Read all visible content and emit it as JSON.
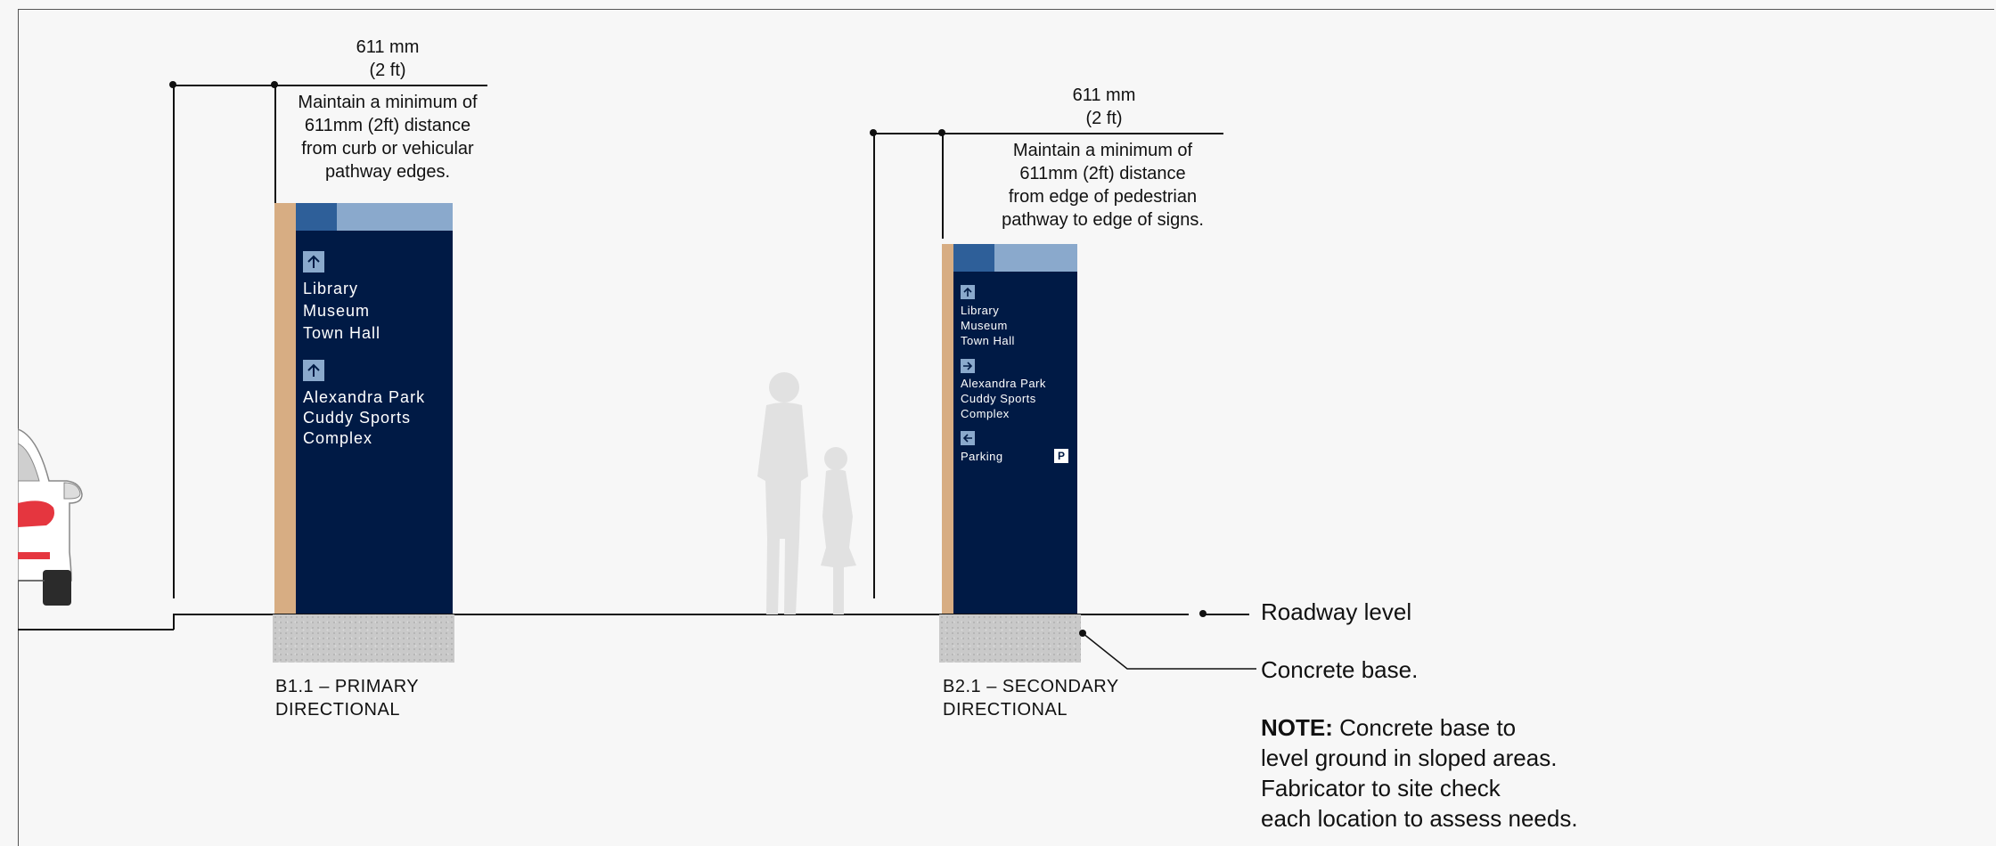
{
  "dimensions": [
    {
      "line1": "611 mm",
      "line2": "(2 ft)"
    },
    {
      "line1": "611 mm",
      "line2": "(2 ft)"
    }
  ],
  "notes": [
    {
      "lines": [
        "Maintain a minimum of",
        "611mm  (2ft) distance",
        "from curb or vehicular",
        "pathway edges."
      ]
    },
    {
      "lines": [
        "Maintain a minimum of",
        "611mm (2ft) distance",
        "from edge of pedestrian",
        "pathway to edge of signs."
      ]
    }
  ],
  "signs": {
    "primary": {
      "caption": [
        "B1.1 – PRIMARY",
        "DIRECTIONAL"
      ],
      "groups": [
        {
          "arrow": "up-arrow-icon",
          "items": [
            "Library",
            "Museum",
            "Town Hall"
          ]
        },
        {
          "arrow": "up-arrow-icon",
          "items": [
            "Alexandra Park",
            "Cuddy Sports",
            "Complex"
          ]
        }
      ]
    },
    "secondary": {
      "caption": [
        "B2.1 – SECONDARY",
        "DIRECTIONAL"
      ],
      "groups": [
        {
          "arrow": "up-arrow-icon",
          "items": [
            "Library",
            "Museum",
            "Town Hall"
          ]
        },
        {
          "arrow": "right-arrow-icon",
          "items": [
            "Alexandra Park",
            "Cuddy Sports",
            "Complex"
          ]
        },
        {
          "arrow": "left-arrow-icon",
          "items": [
            "Parking"
          ]
        }
      ],
      "parking_badge": "P"
    }
  },
  "legend": {
    "roadway": "Roadway level",
    "concrete": "Concrete base.",
    "note_label": "NOTE:",
    "note_lines": [
      "Concrete base to",
      "level ground in sloped areas.",
      "Fabricator to site check",
      "each location to assess needs."
    ]
  },
  "colors": {
    "sign_navy": "#001a45",
    "sign_band_dark": "#2e5f99",
    "sign_band_light": "#8aa9cc",
    "post_wood": "#d7ad83",
    "background": "#f7f7f7"
  }
}
